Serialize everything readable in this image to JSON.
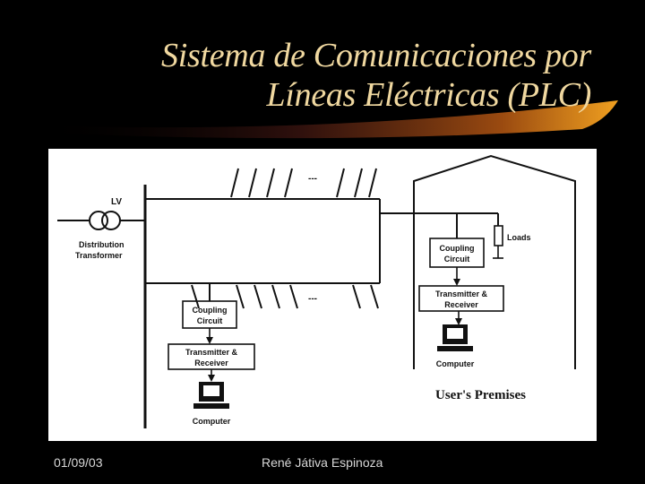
{
  "slide": {
    "title_line1": "Sistema de Comunicaciones por",
    "title_line2": "Líneas Eléctricas (PLC)"
  },
  "diagram": {
    "lv_label": "LV",
    "transformer_label_1": "Distribution",
    "transformer_label_2": "Transformer",
    "loads_label": "Loads",
    "coupling_label_1": "Coupling",
    "coupling_label_2": "Circuit",
    "txrx_label_1": "Transmitter &",
    "txrx_label_2": "Receiver",
    "computer_label": "Computer",
    "premises_label": "User's Premises",
    "ellipsis_top": "---",
    "ellipsis_bottom": "---"
  },
  "footer": {
    "date": "01/09/03",
    "author": "René Játiva Espinoza"
  },
  "colors": {
    "background": "#000000",
    "title": "#f0d8a0",
    "swoosh": "#c87a10",
    "footer_text": "#d8d8d8"
  }
}
